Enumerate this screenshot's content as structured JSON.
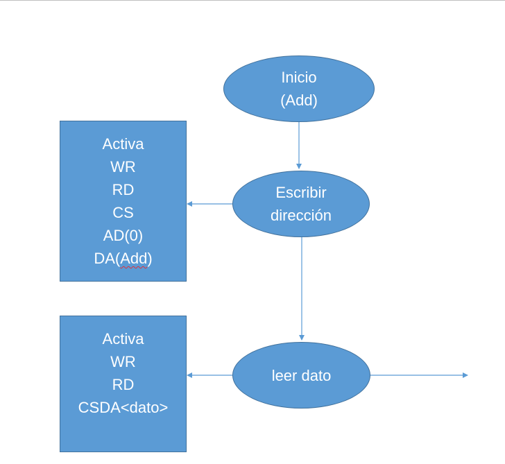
{
  "nodes": {
    "inicio": {
      "lines": [
        "Inicio",
        "(Add)"
      ]
    },
    "escribir": {
      "lines": [
        "Escribir",
        "dirección"
      ]
    },
    "leer": {
      "lines": [
        "leer dato"
      ]
    },
    "box1": {
      "lines": [
        "Activa",
        "WR",
        "RD",
        "CS",
        "AD(0)"
      ],
      "last_prefix": "DA(",
      "last_word": "Add",
      "last_suffix": ")"
    },
    "box2": {
      "lines": [
        "Activa",
        "WR",
        "RD",
        "CSDA<dato>"
      ]
    }
  },
  "colors": {
    "fill": "#5b9bd5",
    "stroke": "#41719c",
    "connector": "#5b9bd5",
    "text": "#ffffff"
  }
}
